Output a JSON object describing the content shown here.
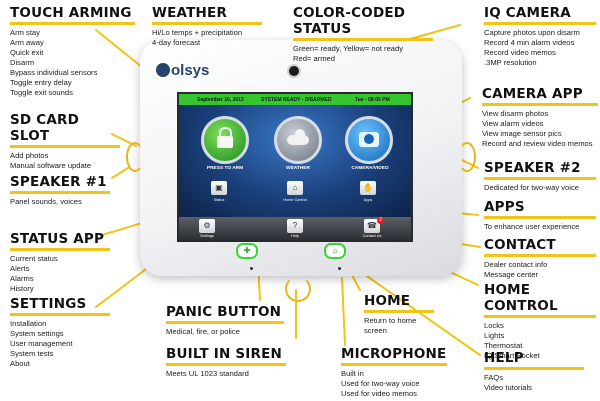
{
  "callouts": {
    "touch_arming": {
      "title": "TOUCH ARMING",
      "items": [
        "Arm stay",
        "Arm away",
        "Quick exit",
        "Disarm",
        "Bypass individual sensors",
        "Toggle entry delay",
        "Toggle exit sounds"
      ]
    },
    "weather": {
      "title": "WEATHER",
      "items": [
        "Hi/Lo temps + precipitation",
        "4-day forecast"
      ]
    },
    "color_coded_status": {
      "title": "COLOR-CODED STATUS",
      "items": [
        "Green= ready, Yellow= not ready",
        "Red= armed"
      ]
    },
    "iq_camera": {
      "title": "IQ CAMERA",
      "items": [
        "Capture photos upon disarm",
        "Record 4 min alarm videos",
        "Record video memos",
        ".3MP resolution"
      ]
    },
    "sd_card_slot": {
      "title": "SD CARD SLOT",
      "items": [
        "Add photos",
        "Manual software update"
      ]
    },
    "camera_app": {
      "title": "CAMERA APP",
      "items": [
        "View disarm photos",
        "View alarm videos",
        "View image sensor pics",
        "Record and review video memos"
      ]
    },
    "speaker_1": {
      "title": "SPEAKER #1",
      "items": [
        "Panel sounds, voices"
      ]
    },
    "speaker_2": {
      "title": "SPEAKER #2",
      "items": [
        "Dedicated for two-way voice"
      ]
    },
    "apps": {
      "title": "APPS",
      "items": [
        "To enhance user experience"
      ]
    },
    "status_app": {
      "title": "STATUS APP",
      "items": [
        "Current status",
        "Alerts",
        "Alarms",
        "History"
      ]
    },
    "contact": {
      "title": "CONTACT",
      "items": [
        "Dealer contact info",
        "Message center"
      ]
    },
    "home_control": {
      "title": "HOME CONTROL",
      "items": [
        "Locks",
        "Lights",
        "Thermostat",
        "IQ Smart Socket"
      ]
    },
    "settings": {
      "title": "SETTINGS",
      "items": [
        "Installation",
        "System settings",
        "User management",
        "System tests",
        "About"
      ]
    },
    "panic_button": {
      "title": "PANIC BUTTON",
      "items": [
        "Medical, fire, or police"
      ]
    },
    "home": {
      "title": "HOME",
      "items": [
        "Return to home",
        "screen"
      ]
    },
    "built_in_siren": {
      "title": "BUILT IN SIREN",
      "items": [
        "Meets UL 1023 standard"
      ]
    },
    "microphone": {
      "title": "MICROPHONE",
      "items": [
        "Built in",
        "Used for two-way voice",
        "Used for video memos"
      ]
    },
    "help": {
      "title": "HELP",
      "items": [
        "FAQs",
        "Video tutorials"
      ]
    }
  },
  "panel": {
    "brand": "olsys",
    "status_bar": {
      "date": "September 16, 2013",
      "status": "SYSTEM READY - DISARMED",
      "time": "Tue - 08:05 PM"
    },
    "main_buttons": [
      "PRESS TO ARM",
      "WEATHER",
      "CAMERA/VIDEO"
    ],
    "app_buttons": [
      "Status",
      "Home Control",
      "Apps"
    ],
    "bottom_buttons": [
      "Settings",
      "Help",
      "Contact Us"
    ],
    "contact_badge": "2"
  },
  "colors": {
    "accent": "#f0c419",
    "status_ready": "#35c52f",
    "hardware_button": "#3ad33a"
  }
}
